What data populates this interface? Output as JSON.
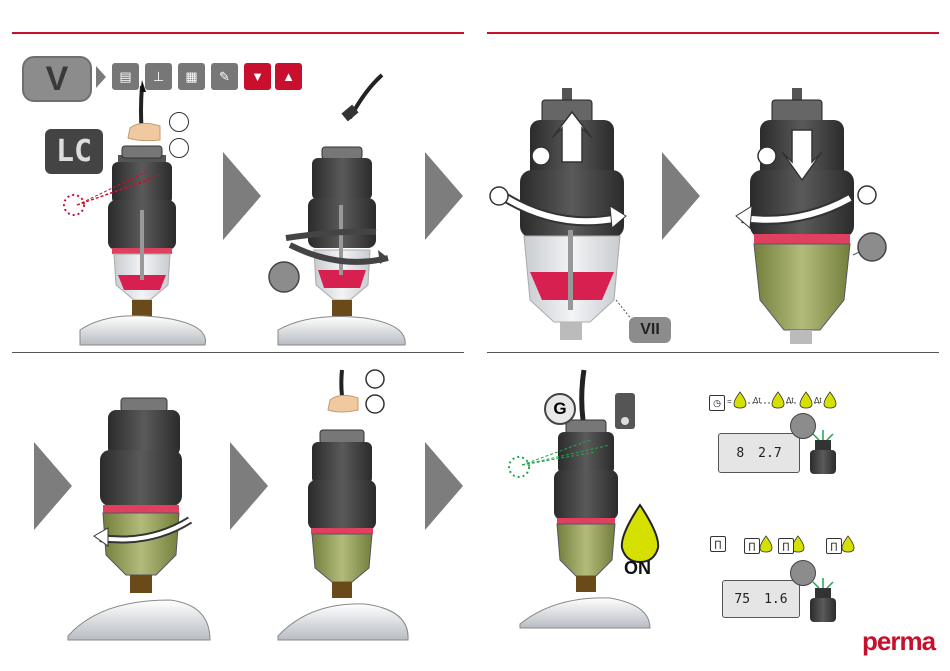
{
  "header": {
    "step_label": "V",
    "icons": [
      "manual-icon",
      "temperature-icon",
      "lubricator-icon",
      "hand-tool-icon",
      "filter-red-icon",
      "drop-red-icon"
    ]
  },
  "labels": {
    "lc_display": "LC",
    "vii_tag": "VII",
    "g_tag": "G",
    "on_text": "ON",
    "logo": "perma"
  },
  "lcd_top": {
    "left": "8",
    "right": "2.7"
  },
  "lcd_bottom": {
    "left": "75",
    "right": "1.6"
  },
  "sequence_top": {
    "equals": "=",
    "interval": "Δt"
  },
  "colors": {
    "accent": "#c8102e",
    "arrow_gray": "#7d7d7d",
    "oil_green": "#8e9a52",
    "drop_yellow": "#d6e000"
  }
}
